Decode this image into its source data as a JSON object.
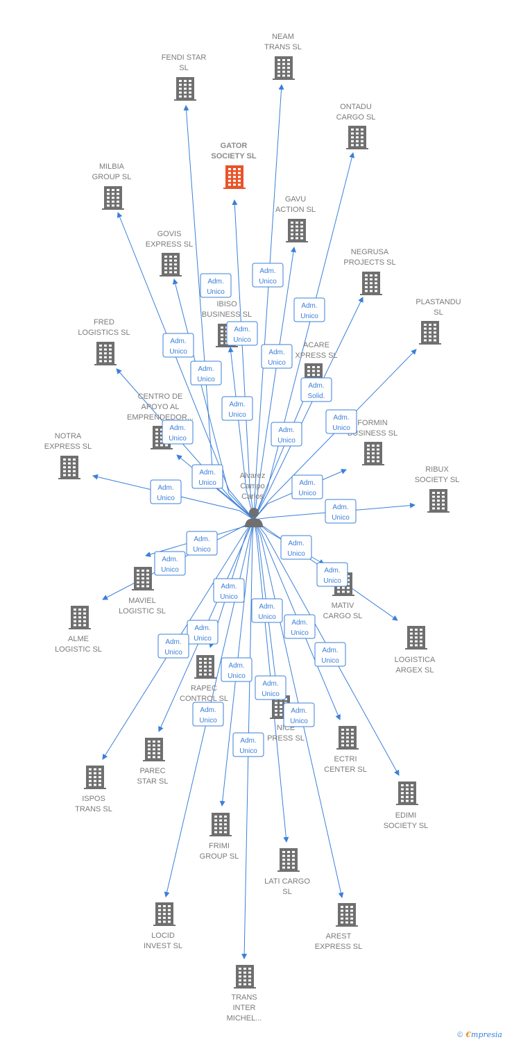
{
  "person": {
    "name_lines": [
      "Alvarez",
      "Campo",
      "Carlos"
    ],
    "icon": "person-icon"
  },
  "colors": {
    "edge": "#3a7fd9",
    "building": "#6f6f6f",
    "building_highlight": "#e8542a",
    "label": "#7a7a7a"
  },
  "companies": [
    {
      "id": "fendi-star-sl",
      "label": [
        "FENDI STAR",
        "SL"
      ],
      "role": [
        "Adm.",
        "Unico"
      ]
    },
    {
      "id": "neam-trans-sl",
      "label": [
        "NEAM",
        "TRANS  SL"
      ],
      "role": [
        "Adm.",
        "Unico"
      ]
    },
    {
      "id": "ontadu-cargo-sl",
      "label": [
        "ONTADU",
        "CARGO  SL"
      ],
      "role": [
        "Adm.",
        "Unico"
      ]
    },
    {
      "id": "gator-society-sl",
      "label": [
        "GATOR",
        "SOCIETY  SL"
      ],
      "highlight": true,
      "role": [
        "Adm.",
        "Unico"
      ]
    },
    {
      "id": "milbia-group-sl",
      "label": [
        "MILBIA",
        "GROUP  SL"
      ],
      "role": [
        "Adm.",
        "Unico"
      ]
    },
    {
      "id": "gavu-action-sl",
      "label": [
        "GAVU",
        "ACTION  SL"
      ],
      "role": [
        "Adm.",
        "Unico"
      ]
    },
    {
      "id": "negrusa-projects-sl",
      "label": [
        "NEGRUSA",
        "PROJECTS  SL"
      ],
      "role": [
        "Adm.",
        "Solid."
      ]
    },
    {
      "id": "govis-express-sl",
      "label": [
        "GOVIS",
        "EXPRESS  SL"
      ],
      "role": [
        "Adm.",
        "Unico"
      ]
    },
    {
      "id": "ibiso-business-sl",
      "label": [
        "IBISO",
        "BUSINESS  SL"
      ],
      "role": [
        "Adm.",
        "Unico"
      ]
    },
    {
      "id": "plastandu-sl",
      "label": [
        "PLASTANDU",
        "SL"
      ],
      "role": [
        "Adm.",
        "Unico"
      ]
    },
    {
      "id": "fred-logistics-sl",
      "label": [
        "FRED",
        "LOGISTICS  SL"
      ],
      "role": [
        "Adm.",
        "Unico"
      ]
    },
    {
      "id": "acare-express-sl",
      "label": [
        "ACARE",
        "XPRESS  SL"
      ],
      "role": [
        "Adm.",
        "Unico"
      ]
    },
    {
      "id": "centro-de-apoyo",
      "label": [
        "CENTRO DE",
        "APOYO AL",
        "EMPRENDEDOR..."
      ],
      "role": [
        "Adm.",
        "Unico"
      ]
    },
    {
      "id": "informin-business-sl",
      "label": [
        "FORMIN",
        "BUSINESS  SL"
      ],
      "role": [
        "Adm.",
        "Unico"
      ]
    },
    {
      "id": "notra-express-sl",
      "label": [
        "NOTRA",
        "EXPRESS  SL"
      ],
      "role": [
        "Adm.",
        "Unico"
      ]
    },
    {
      "id": "ribux-society-sl",
      "label": [
        "RIBUX",
        "SOCIETY  SL"
      ],
      "role": [
        "Adm.",
        "Unico"
      ]
    },
    {
      "id": "maviel-logistic-sl",
      "label": [
        "MAVIEL",
        "LOGISTIC  SL"
      ],
      "role": [
        "Adm.",
        "Unico"
      ]
    },
    {
      "id": "alme-logistic-sl",
      "label": [
        "ALME",
        "LOGISTIC  SL"
      ],
      "role": [
        "Adm.",
        "Unico"
      ]
    },
    {
      "id": "mativ-cargo-sl",
      "label": [
        "MATIV",
        "CARGO  SL"
      ],
      "role": [
        "Adm.",
        "Unico"
      ]
    },
    {
      "id": "logistica-argex-sl",
      "label": [
        "LOGISTICA",
        "ARGEX  SL"
      ],
      "role": [
        "Adm.",
        "Unico"
      ]
    },
    {
      "id": "rapec-control-sl",
      "label": [
        "RAPEC",
        "CONTROL  SL"
      ],
      "role": [
        "Adm.",
        "Unico"
      ]
    },
    {
      "id": "ispos-trans-sl",
      "label": [
        "ISPOS",
        "TRANS  SL"
      ],
      "role": [
        "Adm.",
        "Unico"
      ]
    },
    {
      "id": "parec-star-sl",
      "label": [
        "PAREC",
        "STAR  SL"
      ],
      "role": [
        "Adm.",
        "Unico"
      ]
    },
    {
      "id": "nice-express-sl",
      "label": [
        "NICE",
        "PRESS  SL"
      ],
      "role": [
        "Adm.",
        "Unico"
      ]
    },
    {
      "id": "ectri-center-sl",
      "label": [
        "ECTRI",
        "CENTER  SL"
      ],
      "role": [
        "Adm.",
        "Unico"
      ]
    },
    {
      "id": "edimi-society-sl",
      "label": [
        "EDIMI",
        "SOCIETY  SL"
      ],
      "role": [
        "Adm.",
        "Unico"
      ]
    },
    {
      "id": "frimi-group-sl",
      "label": [
        "FRIMI",
        "GROUP  SL"
      ],
      "role": [
        "Adm.",
        "Unico"
      ]
    },
    {
      "id": "lati-cargo-sl",
      "label": [
        "LATI CARGO",
        "SL"
      ],
      "role": [
        "Adm.",
        "Unico"
      ]
    },
    {
      "id": "locid-invest-sl",
      "label": [
        "LOCID",
        "INVEST  SL"
      ],
      "role": [
        "Adm.",
        "Unico"
      ]
    },
    {
      "id": "arest-express-sl",
      "label": [
        "AREST",
        "EXPRESS  SL"
      ],
      "role": [
        "Adm.",
        "Unico"
      ]
    },
    {
      "id": "trans-inter-michel",
      "label": [
        "TRANS",
        "INTER",
        "MICHEL..."
      ],
      "role": [
        "Adm.",
        "Unico"
      ]
    }
  ],
  "footer": {
    "copyright": "©",
    "brand_initial": "€",
    "brand_rest": "mpresia"
  }
}
